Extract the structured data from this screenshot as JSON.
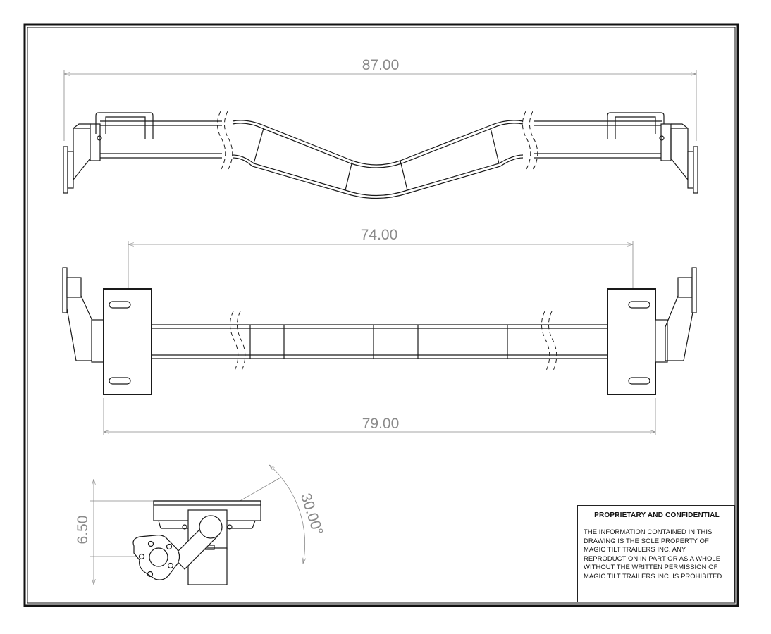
{
  "dimensions": {
    "overall_length": "87.00",
    "spring_center": "74.00",
    "hanger_span": "79.00",
    "drop_height": "6.50",
    "angle": "30.00°"
  },
  "notice": {
    "title": "PROPRIETARY AND CONFIDENTIAL",
    "body": "THE INFORMATION CONTAINED IN THIS\nDRAWING IS THE SOLE PROPERTY OF\nMAGIC TILT TRAILERS INC.  ANY\nREPRODUCTION IN PART OR AS A WHOLE\nWITHOUT THE WRITTEN PERMISSION OF\nMAGIC TILT TRAILERS INC. IS PROHIBITED."
  },
  "colors": {
    "line": "#1a1a1a",
    "dimension_text": "#8a8a8a",
    "background": "#ffffff"
  }
}
